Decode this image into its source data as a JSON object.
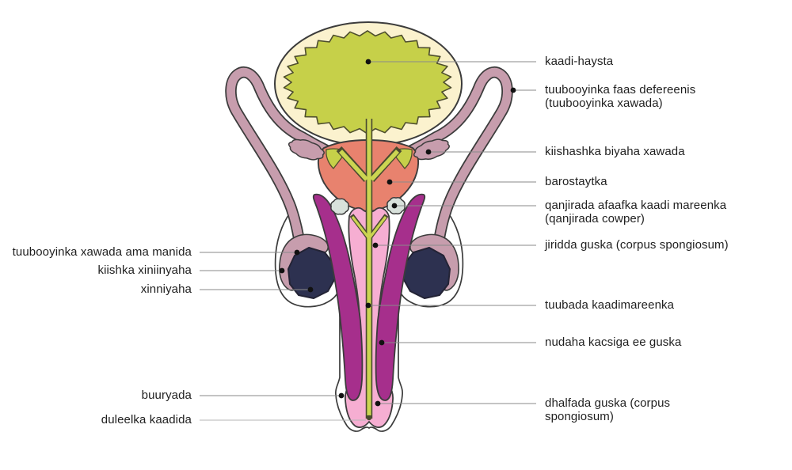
{
  "diagram": {
    "subject": "male-reproductive-system-diagram"
  },
  "labels": {
    "right": [
      {
        "text": "kaadi-haysta"
      },
      {
        "text": "tuubooyinka faas defereenis (tuubooyinka xawada)"
      },
      {
        "text": "kiishashka biyaha xawada"
      },
      {
        "text": "barostaytka"
      },
      {
        "text": "qanjirada afaafka kaadi mareenka (qanjirada cowper)"
      },
      {
        "text": "jiridda guska (corpus spongiosum)"
      },
      {
        "text": "tuubada kaadimareenka"
      },
      {
        "text": "nudaha kacsiga ee guska"
      },
      {
        "text": "dhalfada guska (corpus spongiosum)"
      }
    ],
    "left": [
      {
        "text": "tuubooyinka xawada ama manida"
      },
      {
        "text": "kiishka xiniinyaha"
      },
      {
        "text": "xinniyaha"
      },
      {
        "text": "buuryada"
      },
      {
        "text": "duleelka kaadida"
      }
    ]
  },
  "colors": {
    "outline": "#3c3c3c",
    "bladder-wall": "#fbf2ce",
    "bladder-interior": "#c6d049",
    "bladder-interior-edge": "#4e4e2e",
    "urethra-green": "#cbd551",
    "urethra-edge": "#4a4a30",
    "duct-mauve": "#c79dad",
    "prostate-salmon": "#e8826e",
    "cavernosum-magenta": "#a62f8c",
    "spongiosum-pink": "#f6aed2",
    "testis-navy": "#2d3150",
    "testis-edge": "#232335",
    "cowper-sage": "#d8e1db",
    "leader-line": "#8a8a8a",
    "leader-line-light": "#b5b5b5",
    "label-text": "#1f1f1f",
    "pointer-dot": "#111111"
  }
}
